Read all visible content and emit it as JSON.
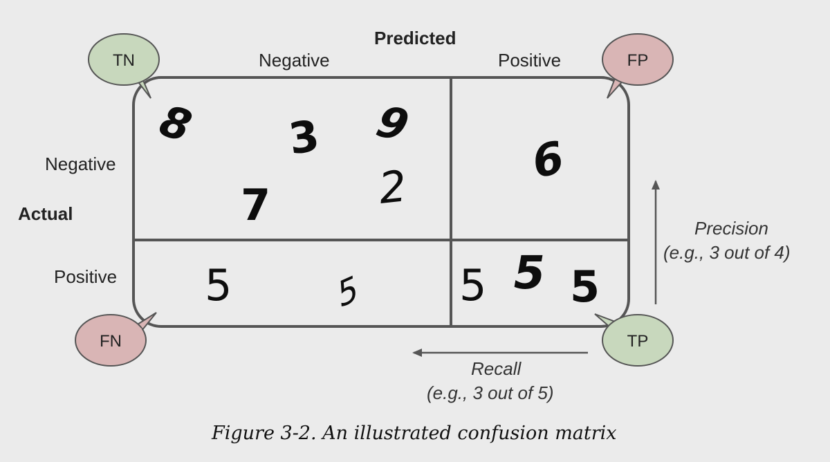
{
  "predicted_label": "Predicted",
  "actual_label": "Actual",
  "columns": {
    "negative": "Negative",
    "positive": "Positive"
  },
  "rows": {
    "negative": "Negative",
    "positive": "Positive"
  },
  "bubbles": {
    "tn": "TN",
    "fp": "FP",
    "fn": "FN",
    "tp": "TP"
  },
  "bubble_colors": {
    "green": "#c8d8bd",
    "red": "#d9b5b5"
  },
  "cells": {
    "tn": [
      "8",
      "3",
      "9",
      "7",
      "2"
    ],
    "fp": [
      "6"
    ],
    "fn": [
      "5",
      "5"
    ],
    "tp": [
      "5",
      "5",
      "5"
    ]
  },
  "precision": {
    "label": "Precision",
    "example": "(e.g., 3 out of 4)"
  },
  "recall": {
    "label": "Recall",
    "example": "(e.g., 3 out of 5)"
  },
  "caption": "Figure 3-2. An illustrated confusion matrix"
}
